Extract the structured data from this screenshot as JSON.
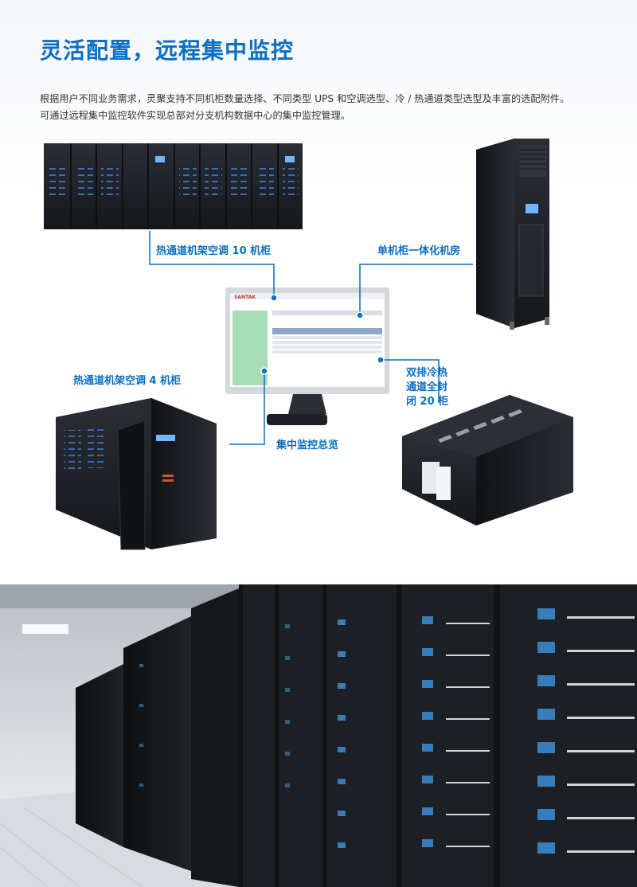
{
  "page": {
    "title": "灵活配置，远程集中监控",
    "intro_line1": "根据用户不同业务需求，灵聚支持不同机柜数量选择、不同类型 UPS 和空调选型、冷 / 热通道类型选型及丰富的选配附件。",
    "intro_line2": "可通过远程集中监控软件实现总部对分支机构数据中心的集中监控管理。"
  },
  "diagram": {
    "labels": {
      "hot_aisle_10": "热通道机架空调 10 机柜",
      "single_cabinet": "单机柜一体化机房",
      "hot_aisle_4": "热通道机架空调 4 机柜",
      "central_monitor": "集中监控总览",
      "dual_row_line1": "双排冷热",
      "dual_row_line2": "通道全封",
      "dual_row_line3": "闭 20 柜"
    },
    "monitor_logo": "SANTAK"
  },
  "colors": {
    "accent": "#0a6fc2",
    "cabinet": "#1c1f24",
    "led": "#3a7bd5"
  },
  "icons": {
    "connector_dot": "circle-dot"
  }
}
